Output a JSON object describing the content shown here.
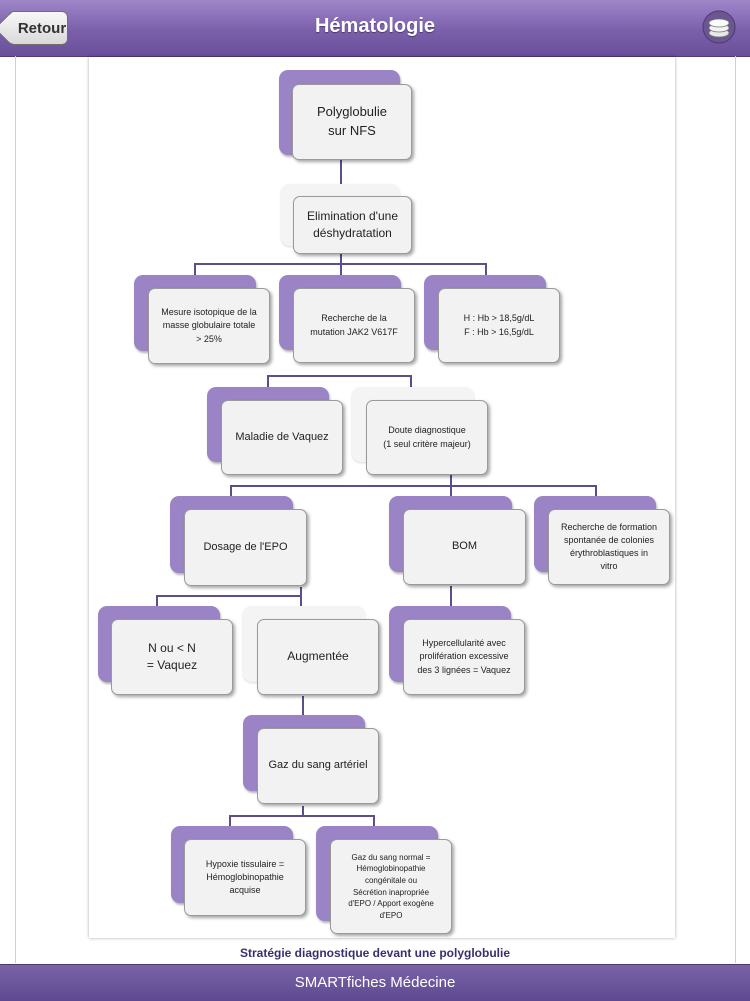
{
  "header": {
    "back_label": "Retour",
    "title": "Hématologie",
    "menu_icon": "stack-icon"
  },
  "diagram": {
    "n1": [
      "Polyglobulie",
      "sur NFS"
    ],
    "n2": [
      "Elimination d'une",
      "déshydratation"
    ],
    "n3": [
      "Mesure isotopique de la",
      "masse globulaire totale",
      "> 25%"
    ],
    "n4": [
      "Recherche de la",
      "mutation JAK2 V617F"
    ],
    "n5": [
      "H : Hb > 18,5g/dL",
      "F : Hb > 16,5g/dL"
    ],
    "n6": [
      "Maladie de Vaquez"
    ],
    "n7": [
      "Doute diagnostique",
      "(1 seul critère majeur)"
    ],
    "n8": [
      "Dosage de l'EPO"
    ],
    "n9": [
      "BOM"
    ],
    "n10": [
      "Recherche de formation",
      "spontanée de colonies",
      "érythroblastiques in",
      "vitro"
    ],
    "n11": [
      "N ou < N",
      "= Vaquez"
    ],
    "n12": [
      "Augmentée"
    ],
    "n13": [
      "Hypercellularité avec",
      "prolifération excessive",
      "des 3 lignées = Vaquez"
    ],
    "n14": [
      "Gaz du sang artériel"
    ],
    "n15": [
      "Hypoxie tissulaire =",
      "Hémoglobinopathie",
      "acquise"
    ],
    "n16": [
      "Gaz du sang normal =",
      "Hémoglobinopathie",
      "congénitale ou",
      "Sécrétion inapropriée",
      "d'EPO / Apport exogène",
      "d'EPO"
    ]
  },
  "caption": "Stratégie diagnostique devant une polyglobulie",
  "footer": "SMARTfiches Médecine",
  "colors": {
    "header": "#7a5fab",
    "box_back": "#9a84c6",
    "box_front": "#f2f2f2",
    "connector": "#5b4d8e"
  }
}
